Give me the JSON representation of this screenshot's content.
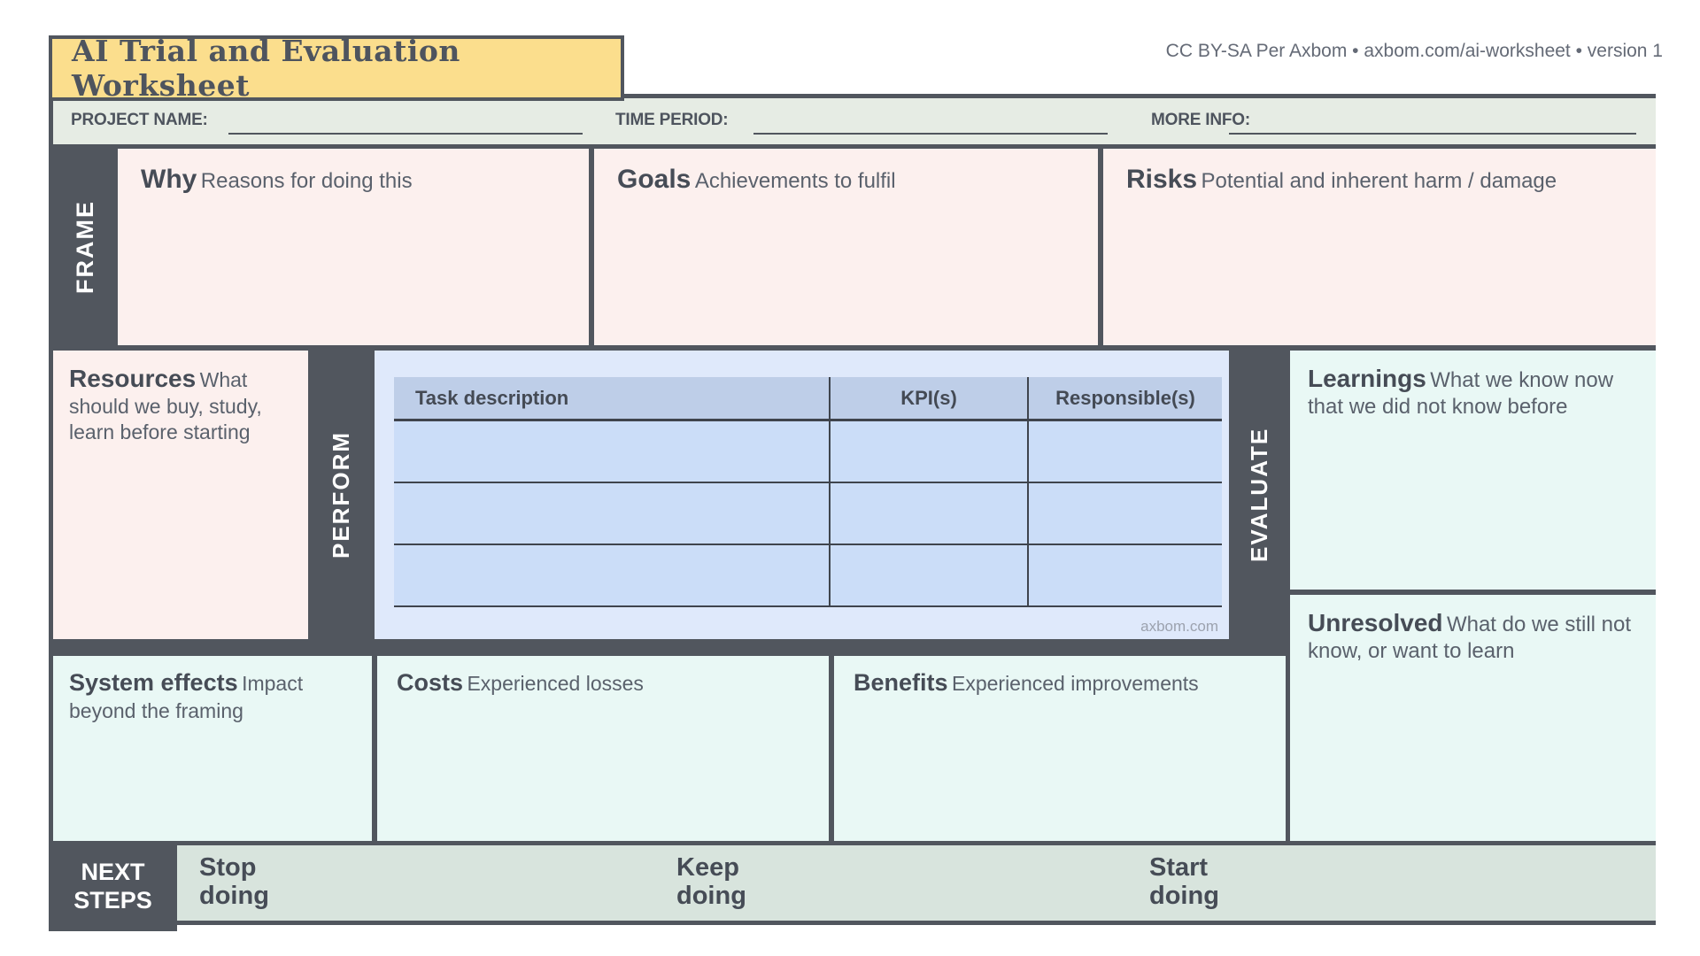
{
  "title": "AI Trial and Evaluation Worksheet",
  "credit": "CC BY-SA Per Axbom • axbom.com/ai-worksheet • version 1",
  "header_fields": {
    "project_name": {
      "label": "PROJECT NAME:"
    },
    "time_period": {
      "label": "TIME PERIOD:"
    },
    "more_info": {
      "label": "MORE INFO:"
    }
  },
  "vertical_labels": {
    "frame": "FRAME",
    "perform": "PERFORM",
    "evaluate": "EVALUATE"
  },
  "sections": {
    "why": {
      "title": "Why",
      "subtitle": "Reasons for doing this"
    },
    "goals": {
      "title": "Goals",
      "subtitle": "Achievements to fulfil"
    },
    "risks": {
      "title": "Risks",
      "subtitle": "Potential and inherent harm / damage"
    },
    "resources": {
      "title": "Resources",
      "subtitle": "What should we buy, study, learn before starting"
    },
    "learnings": {
      "title": "Learnings",
      "subtitle": "What we know now that we did not know before"
    },
    "unresolved": {
      "title": "Unresolved",
      "subtitle": "What do we still not know, or want to learn"
    },
    "system_effects": {
      "title": "System effects",
      "subtitle": "Impact beyond the framing"
    },
    "costs": {
      "title": "Costs",
      "subtitle": "Experienced losses"
    },
    "benefits": {
      "title": "Benefits",
      "subtitle": "Experienced improvements"
    }
  },
  "table": {
    "columns": [
      "Task description",
      "KPI(s)",
      "Responsible(s)"
    ],
    "rows": [
      [
        "",
        "",
        ""
      ],
      [
        "",
        "",
        ""
      ],
      [
        "",
        "",
        ""
      ]
    ],
    "watermark": "axbom.com"
  },
  "next_steps": {
    "label": "NEXT\nSTEPS",
    "items": [
      "Stop\ndoing",
      "Keep\ndoing",
      "Start\ndoing"
    ]
  },
  "colors": {
    "dark_slate": "#51565e",
    "title_yellow": "#fbde8d",
    "header_sage": "#e6ece4",
    "footer_sage": "#d8e4dd",
    "frame_pink": "#fcf0ee",
    "evaluate_cyan": "#e9f8f5",
    "table_container_blue": "#dfe9fb",
    "table_header_blue": "#becee8",
    "table_row_blue": "#cbddf8",
    "heading_text": "#464c56",
    "subtitle_text": "#5a616c",
    "watermark_gray": "#9ca2ae"
  }
}
